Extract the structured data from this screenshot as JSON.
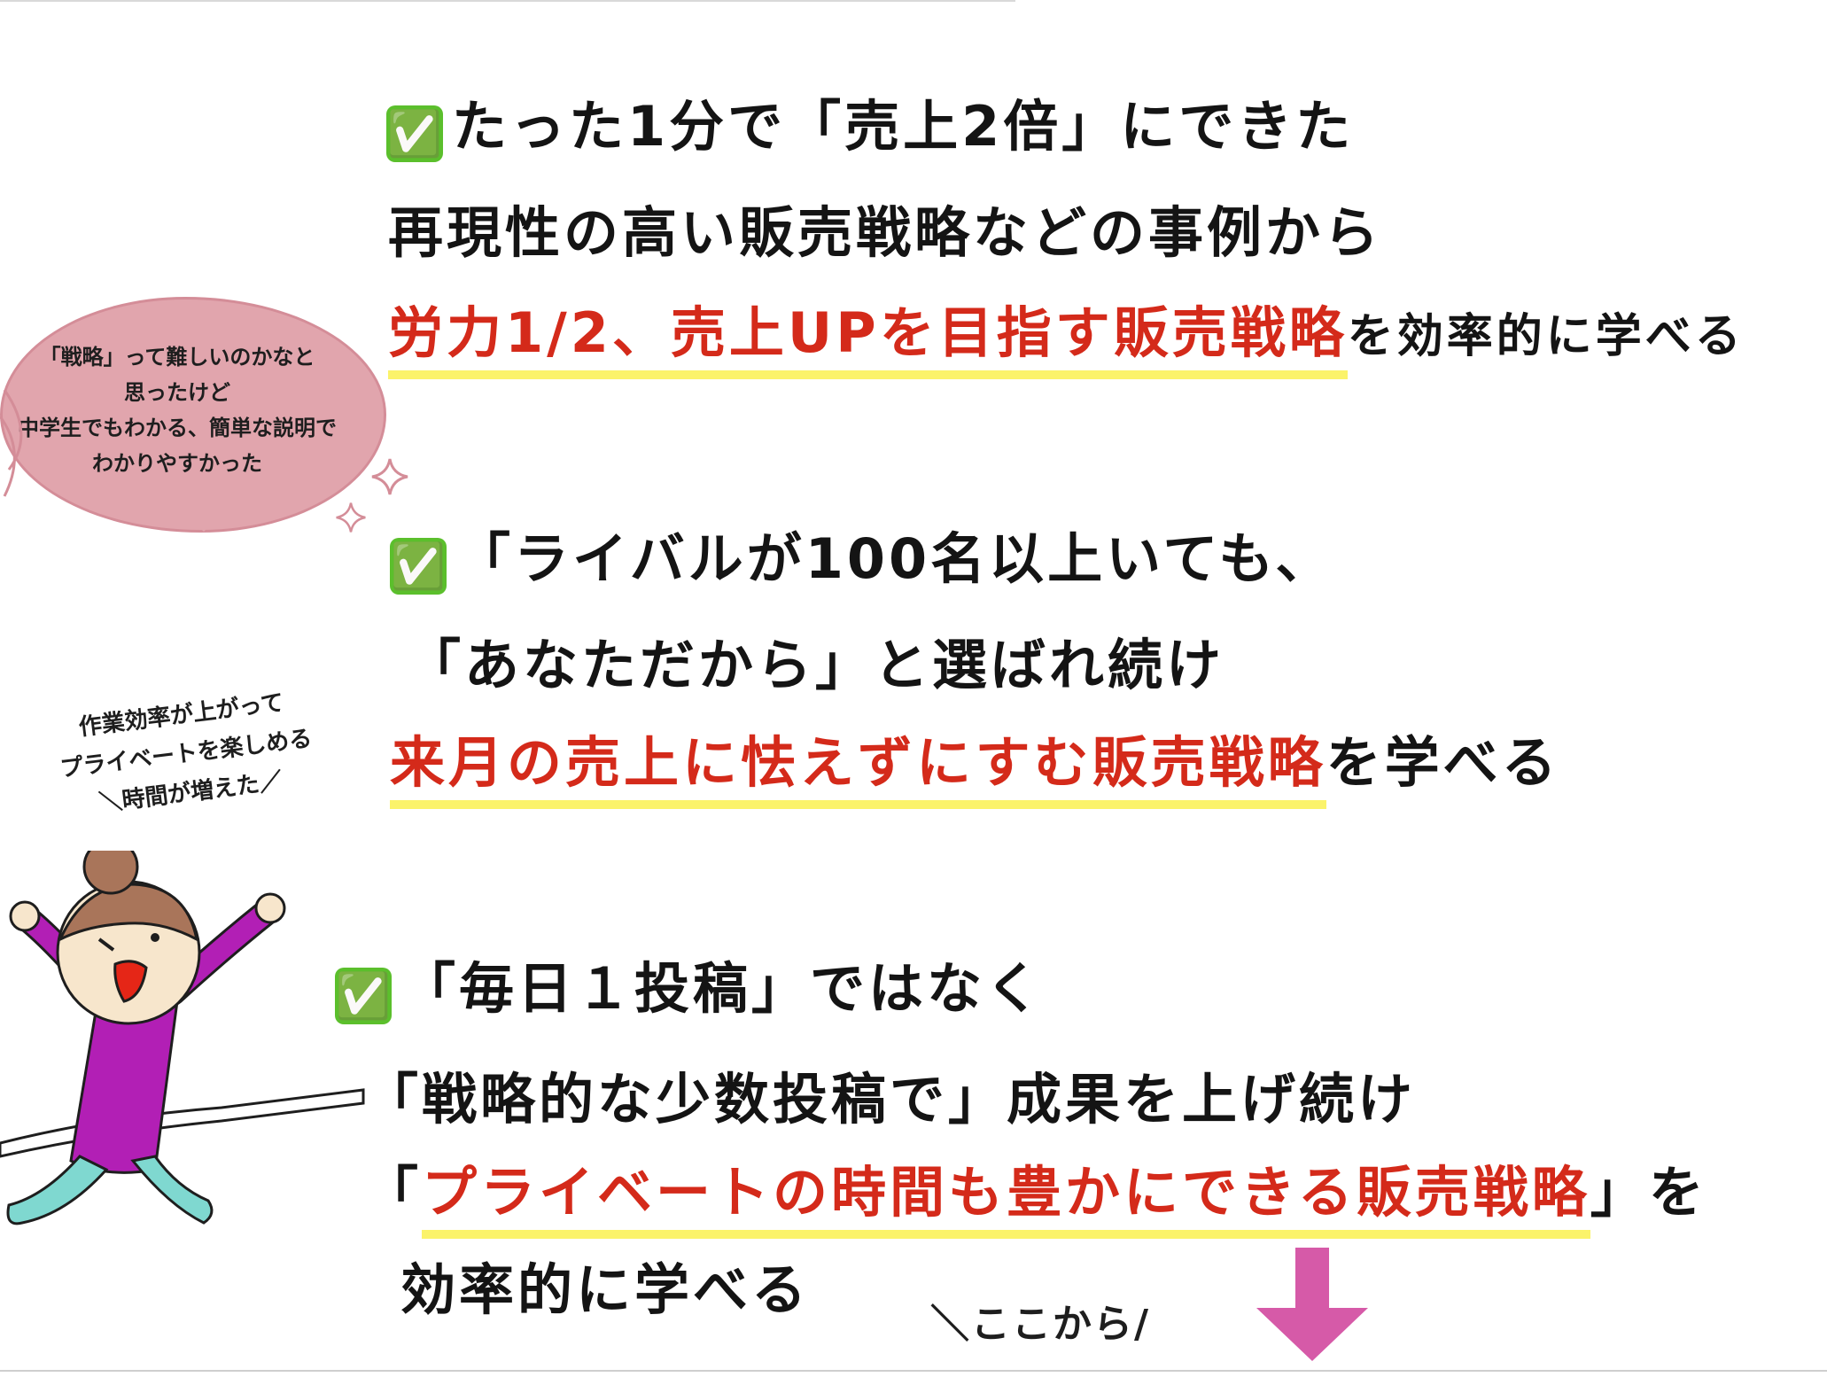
{
  "check_icon": "✅",
  "check_color": "#5bbf2c",
  "accent_red": "#d42a1a",
  "highlight_yellow": "#fbf36a",
  "bubble_color": "#e1a5ad",
  "arrow_color": "#d65aa8",
  "section1": {
    "line1": "たった1分で「売上2倍」にできた",
    "line2": "再現性の高い販売戦略などの事例から",
    "line3_red": "労力1/2、売上UPを目指す販売戦略",
    "line3_rest": "を効率的に学べる"
  },
  "section2": {
    "line1": "「ライバルが100名以上いても、",
    "line2": "「あなただから」と選ばれ続け",
    "line3_red": "来月の売上に怯えずにすむ販売戦略",
    "line3_rest": "を学べる"
  },
  "section3": {
    "line1": "「毎日１投稿」ではなく",
    "line2": "「戦略的な少数投稿で」成果を上げ続け",
    "line3_open": "「",
    "line3_red": "プライベートの時間も豊かにできる販売戦略",
    "line3_close": "」を",
    "line4": "効率的に学べる"
  },
  "bubble": {
    "lines": [
      "「戦略」って難しいのかなと",
      "思ったけど",
      "中学生でもわかる、簡単な説明で",
      "わかりやすかった"
    ]
  },
  "side_comment": {
    "lines": [
      "作業効率が上がって",
      "プライベートを楽しめる",
      "＼時間が増えた／"
    ]
  },
  "cta_text": "＼ここから/"
}
